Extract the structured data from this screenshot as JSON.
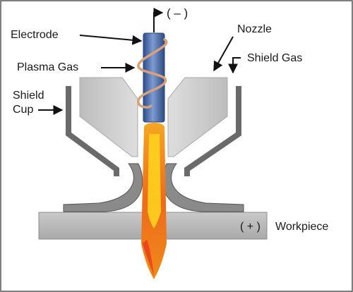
{
  "labels": {
    "electrode": "Electrode",
    "plasma_gas": "Plasma Gas",
    "nozzle": "Nozzle",
    "shield_gas": "Shield Gas",
    "shield_cup_line1": "Shield",
    "shield_cup_line2": "Cup",
    "negative_terminal": "( – )",
    "positive_terminal": "( + )",
    "workpiece": "Workpiece"
  },
  "colors": {
    "frame_border": "#555555",
    "nozzle_fill": "#cfcfcf",
    "shield_cup": "#6a6a6a",
    "workpiece": "#bdbdbd",
    "electrode": "#4a6aa8",
    "coil": "#d9a07a",
    "arc_outer": "#e8401a",
    "arc_inner": "#ffd21f"
  }
}
